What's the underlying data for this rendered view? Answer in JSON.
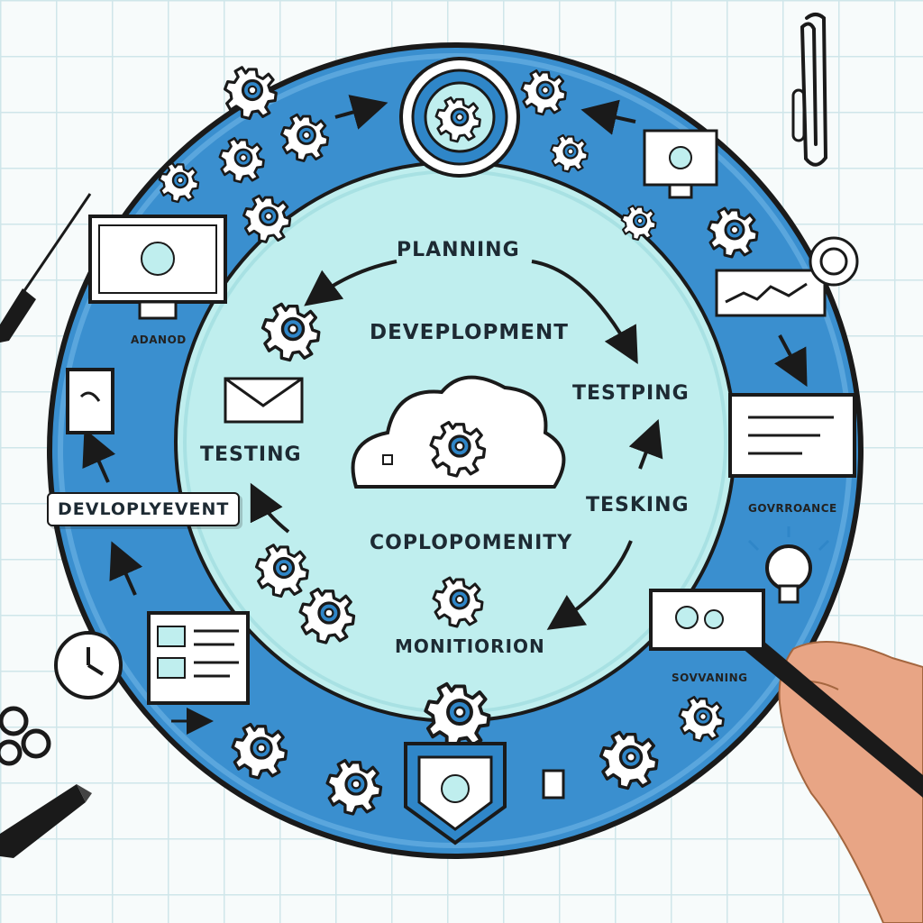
{
  "diagram": {
    "inner_labels": {
      "planning": "PLANNING",
      "development": "DEVEPLOPMENT",
      "testping": "TESTPING",
      "testing": "TESTING",
      "tesking": "TESKING",
      "coplopomenity": "COPLOPOMENITY",
      "monitiorion": "MONITIORION"
    },
    "outer_labels": {
      "developlyevent": "DEVLOPLYEVENT",
      "advanced": "ADANOD",
      "governance": "GOVRROANCE",
      "solving": "SOVVANING"
    },
    "colors": {
      "ring": "#3a8fcf",
      "inner": "#bfeeee",
      "accent": "#2f86c8",
      "ink": "#1a1a1a"
    },
    "icons": [
      "gear-icon",
      "cloud-icon",
      "monitor-icon",
      "lightbulb-icon",
      "clock-icon",
      "envelope-icon",
      "shield-icon",
      "document-icon",
      "paperclip-icon",
      "pen-icon",
      "hand-icon"
    ]
  }
}
